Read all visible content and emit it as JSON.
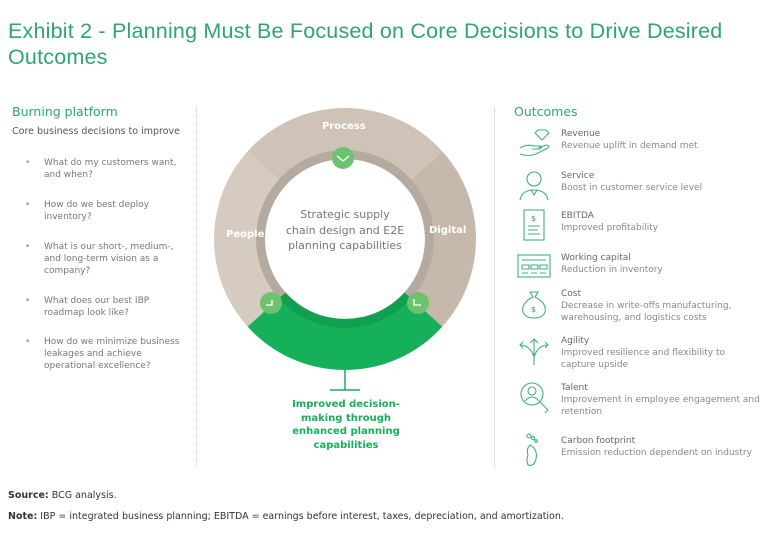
{
  "title": "Exhibit 2 - Planning Must Be Focused on Core Decisions to Drive Desired Outcomes",
  "left": {
    "heading": "Burning platform",
    "subheading": "Core business decisions to improve",
    "questions": [
      "What do my customers want, and when?",
      "How do we best deploy inventory?",
      "What is our short-, medium-, and long-term vision as a company?",
      "What does our best IBP roadmap look like?",
      "How do we minimize business leakages and achieve operational excellence?"
    ]
  },
  "ring": {
    "top": "Process",
    "left": "People",
    "right": "Digital",
    "center": "Strategic supply chain design and E2E planning capabilities",
    "result": "Improved decision-making through enhanced planning capabilities"
  },
  "colors": {
    "green": "#16b05a",
    "accent": "#2fa56f",
    "process": "#cfc3b7",
    "people": "#d6cbc0",
    "digital": "#c6b9ac",
    "inner": "#b5aaa0"
  },
  "outcomes": {
    "heading": "Outcomes",
    "items": [
      {
        "title": "Revenue",
        "desc": "Revenue uplift in demand met",
        "icon": "hand-diamond-icon"
      },
      {
        "title": "Service",
        "desc": "Boost in customer service level",
        "icon": "customer-agent-icon"
      },
      {
        "title": "EBITDA",
        "desc": "Improved profitability",
        "icon": "invoice-icon"
      },
      {
        "title": "Working capital",
        "desc": "Reduction in inventory",
        "icon": "inventory-board-icon"
      },
      {
        "title": "Cost",
        "desc": "Decrease in write-offs manufacturing, warehousing, and logistics costs",
        "icon": "money-bag-icon"
      },
      {
        "title": "Agility",
        "desc": "Improved resilience and flexibility to capture upside",
        "icon": "arrows-split-icon"
      },
      {
        "title": "Talent",
        "desc": "Improvement in employee engagement and retention",
        "icon": "talent-search-icon"
      },
      {
        "title": "Carbon footprint",
        "desc": "Emission reduction dependent on industry",
        "icon": "footprint-icon"
      }
    ]
  },
  "footer": {
    "source_label": "Source:",
    "source": "BCG analysis.",
    "note_label": "Note:",
    "note": "IBP = integrated business planning; EBITDA = earnings before interest, taxes, depreciation, and amortization."
  }
}
